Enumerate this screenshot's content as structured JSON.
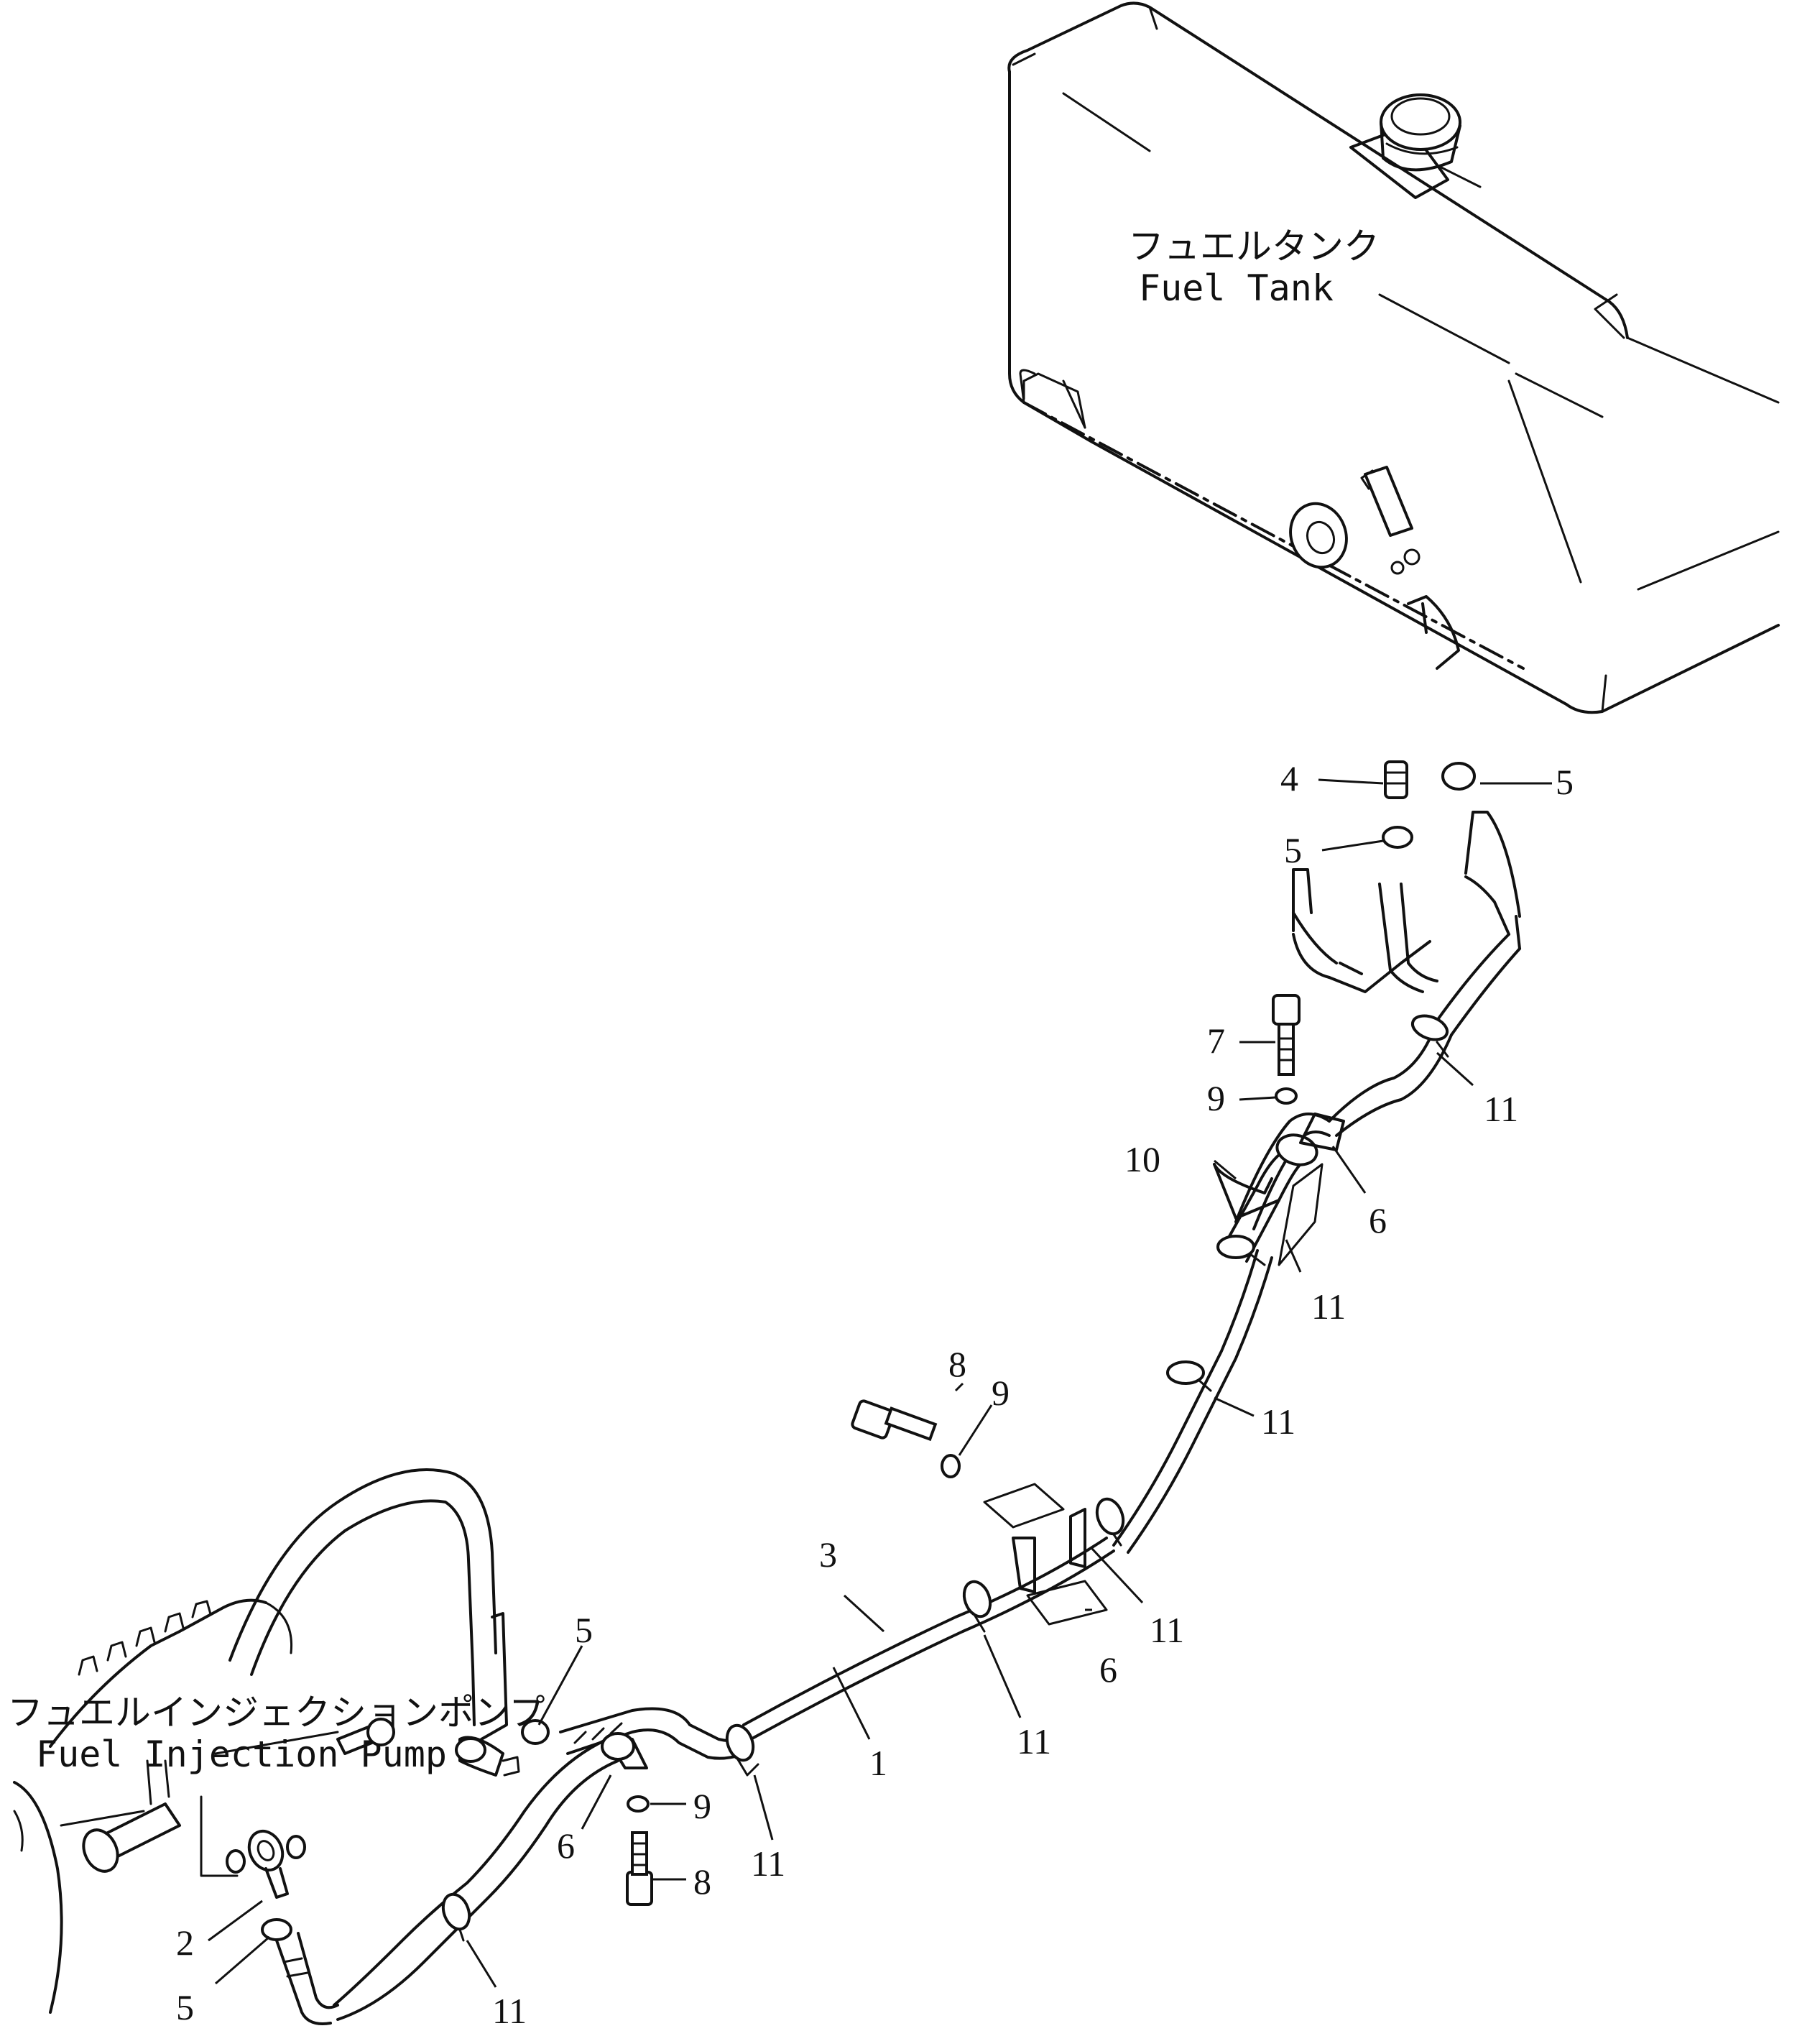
{
  "labels": {
    "fuel_tank_jp": "フュエルタンク",
    "fuel_tank_en": "Fuel Tank",
    "pump_jp": "フュエルインジェクションポンプ",
    "pump_en": "Fuel Injection Pump"
  },
  "callouts": [
    {
      "id": "c-4",
      "text": "4"
    },
    {
      "id": "c-5a",
      "text": "5"
    },
    {
      "id": "c-5b",
      "text": "5"
    },
    {
      "id": "c-7",
      "text": "7"
    },
    {
      "id": "c-9a",
      "text": "9"
    },
    {
      "id": "c-11a",
      "text": "11"
    },
    {
      "id": "c-10",
      "text": "10"
    },
    {
      "id": "c-6a",
      "text": "6"
    },
    {
      "id": "c-11b",
      "text": "11"
    },
    {
      "id": "c-11c",
      "text": "11"
    },
    {
      "id": "c-8a",
      "text": "8"
    },
    {
      "id": "c-9b",
      "text": "9"
    },
    {
      "id": "c-3",
      "text": "3"
    },
    {
      "id": "c-11d",
      "text": "11"
    },
    {
      "id": "c-11e",
      "text": "11"
    },
    {
      "id": "c-6b",
      "text": "6"
    },
    {
      "id": "c-5c",
      "text": "5"
    },
    {
      "id": "c-1",
      "text": "1"
    },
    {
      "id": "c-6c",
      "text": "6"
    },
    {
      "id": "c-9c",
      "text": "9"
    },
    {
      "id": "c-11f",
      "text": "11"
    },
    {
      "id": "c-8b",
      "text": "8"
    },
    {
      "id": "c-2",
      "text": "2"
    },
    {
      "id": "c-5d",
      "text": "5"
    },
    {
      "id": "c-11g",
      "text": "11"
    }
  ]
}
